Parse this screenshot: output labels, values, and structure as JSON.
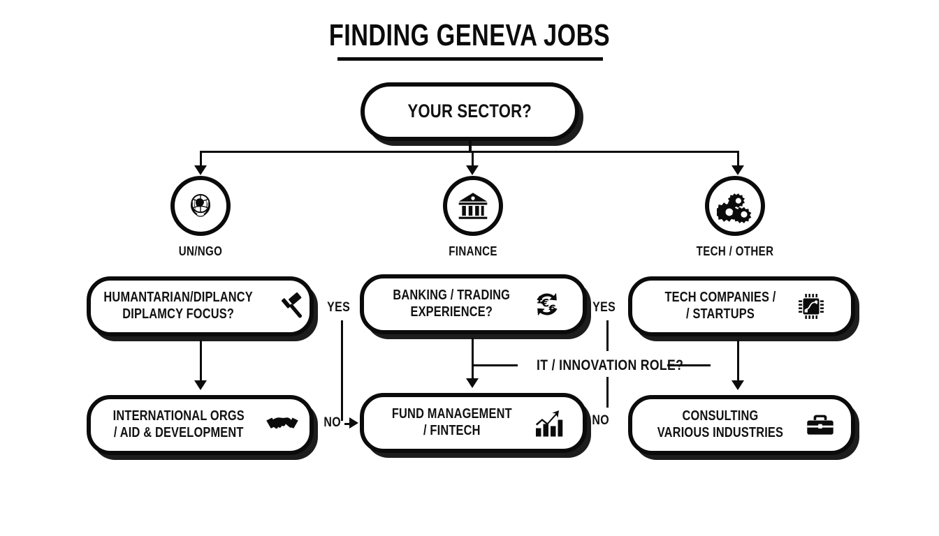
{
  "title": "FINDING GENEVA JOBS",
  "root": {
    "label": "YOUR SECTOR?"
  },
  "sectors": [
    {
      "id": "un",
      "label": "UN/NGO",
      "icon": "un-emblem-icon"
    },
    {
      "id": "fin",
      "label": "FINANCE",
      "icon": "bank-icon"
    },
    {
      "id": "tech",
      "label": "TECH / OTHER",
      "icon": "gears-icon"
    }
  ],
  "questions": [
    {
      "id": "un",
      "label": "HUMANTARIAN/DIPLANCY\nDIPLAMCY FOCUS?",
      "icon": "gavel-icon"
    },
    {
      "id": "fin",
      "label": "BANKING / TRADING\nEXPERIENCE?",
      "icon": "currency-exchange-icon"
    },
    {
      "id": "tech",
      "label": "TECH COMPANIES /\n/ STARTUPS",
      "icon": "microchip-icon"
    }
  ],
  "outcomes": [
    {
      "id": "un",
      "label": "INTERNATIONAL ORGS\n/ AID & DEVELOPMENT",
      "icon": "handshake-icon"
    },
    {
      "id": "fin",
      "label": "FUND MANAGEMENT\n/ FINTECH",
      "icon": "growth-chart-icon"
    },
    {
      "id": "tech",
      "label": "CONSULTING\nVARIOUS INDUSTRIES",
      "icon": "briefcase-icon"
    }
  ],
  "edges": {
    "left_yes": "YES",
    "left_no": "NO",
    "right_yes": "YES",
    "right_no": "NO",
    "middle_branch": "IT / INNOVATION ROLE?"
  },
  "colors": {
    "ink": "#0b0b0b",
    "background": "#ffffff"
  }
}
